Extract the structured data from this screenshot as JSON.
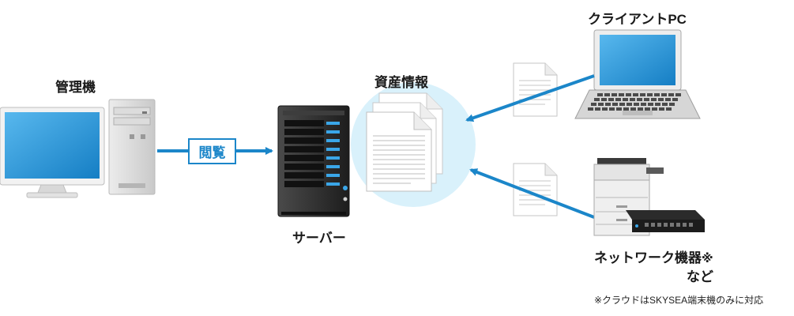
{
  "labels": {
    "admin_pc": "管理機",
    "server": "サーバー",
    "asset_info": "資産情報",
    "client_pc": "クライアントPC",
    "network_devices": "ネットワーク機器",
    "note_mark": "※",
    "etc": "など",
    "browse": "閲覧"
  },
  "footnote": "※クラウドはSKYSEA端末機のみに対応",
  "colors": {
    "arrow": "#1b86c9",
    "halo": "#d9f1fb",
    "monitor_screen": "#1f95dc",
    "server_body": "#2a2a2a",
    "server_led": "#3aa6e8"
  },
  "icons": {
    "admin_pc": "desktop-computer-icon",
    "server": "server-tower-icon",
    "asset_docs": "document-stack-icon",
    "client_pc": "laptop-icon",
    "network_devices": "printer-and-switch-icon",
    "file": "document-icon"
  }
}
